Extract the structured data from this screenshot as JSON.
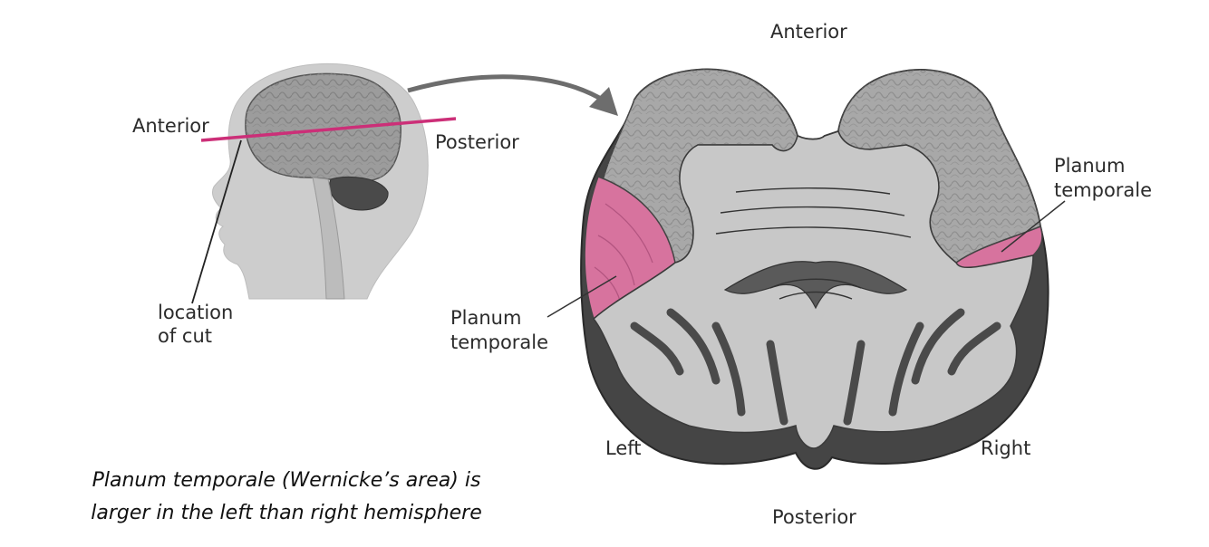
{
  "head_figure": {
    "anterior_label": "Anterior",
    "posterior_label": "Posterior",
    "cut_label_line1": "location",
    "cut_label_line2": "of cut"
  },
  "brain_section": {
    "anterior_label": "Anterior",
    "posterior_label": "Posterior",
    "left_label": "Left",
    "right_label": "Right",
    "planum_left_line1": "Planum",
    "planum_left_line2": "temporale",
    "planum_right_line1": "Planum",
    "planum_right_line2": "temporale"
  },
  "caption": {
    "line1": "Planum temporale (Wernicke’s area) is",
    "line2": "larger in the left than right hemisphere"
  },
  "colors": {
    "highlight": "#d7739e",
    "cut_line": "#cc2f78",
    "cortex": "#a9a9a9",
    "white_matter": "#c7c7c7",
    "outline": "#3a3a3a"
  }
}
